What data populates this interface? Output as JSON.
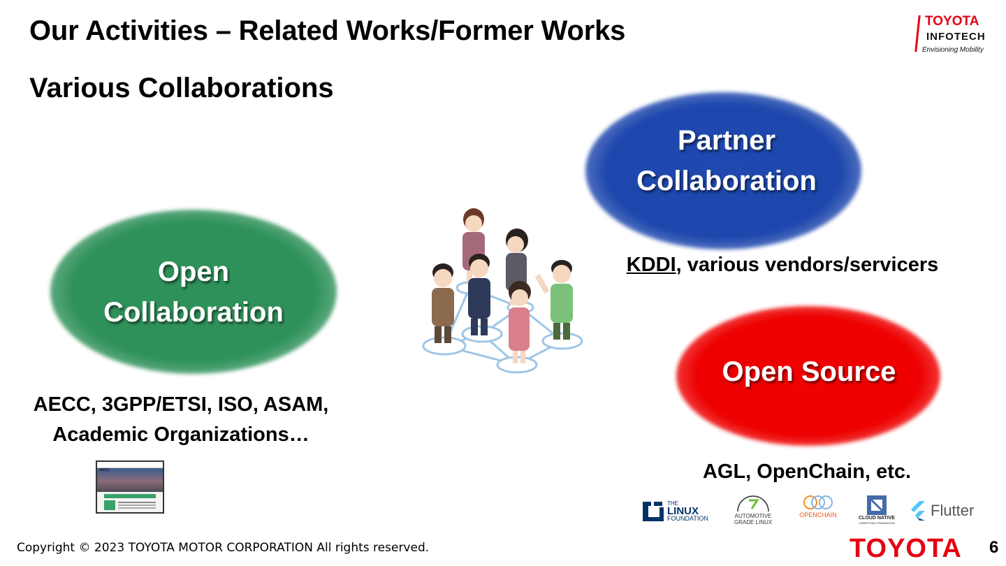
{
  "header": {
    "title": "Our Activities – Related Works/Former Works",
    "subtitle": "Various Collaborations",
    "logo": {
      "line1": "TOYOTA",
      "line2": "INFOTECH",
      "line3": "Envisioning Mobility"
    }
  },
  "collaborations": {
    "open": {
      "line1": "Open",
      "line2": "Collaboration",
      "desc_line1": "AECC, 3GPP/ETSI, ISO, ASAM,",
      "desc_line2": "Academic Organizations…",
      "color": "#2f915a"
    },
    "partner": {
      "line1": "Partner",
      "line2": "Collaboration",
      "desc_underlined": "KDDI",
      "desc_rest": ", various vendors/servicers",
      "color": "#1e47ad"
    },
    "opensource": {
      "label": "Open Source",
      "desc": "AGL, OpenChain, etc.",
      "color": "#ee0000"
    }
  },
  "thumbnail": {
    "site_title": "AECC"
  },
  "partner_logos": {
    "linux": {
      "top": "THE",
      "main": "LINUX",
      "bottom": "FOUNDATION"
    },
    "agl": {
      "line1": "AUTOMOTIVE",
      "line2": "GRADE LINUX"
    },
    "openchain": {
      "label": "OPENCHAIN"
    },
    "cncf": {
      "line1": "CLOUD NATIVE",
      "line2": "COMPUTING FOUNDATION"
    },
    "flutter": {
      "label": "Flutter"
    }
  },
  "footer": {
    "copyright": "Copyright ©  2023 TOYOTA MOTOR CORPORATION All rights reserved.",
    "brand": "TOYOTA",
    "page_number": "6"
  },
  "colors": {
    "brand_red": "#e50012"
  }
}
